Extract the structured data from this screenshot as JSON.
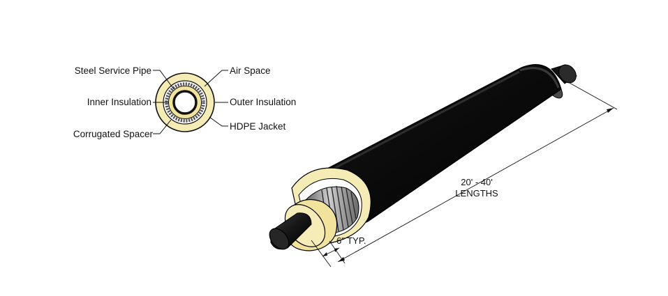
{
  "cross_section": {
    "labels": {
      "steel_service_pipe": "Steel Service Pipe",
      "inner_insulation": "Inner Insulation",
      "corrugated_spacer": "Corrugated Spacer",
      "air_space": "Air Space",
      "outer_insulation": "Outer Insulation",
      "hdpe_jacket": "HDPE Jacket"
    }
  },
  "pipe_assembly": {
    "length_line_1": "20' - 40'",
    "length_line_2": "LENGTHS",
    "exposed_end": "6\" TYP."
  },
  "colors": {
    "insulation": "#f4e9b0",
    "jacket": "#0c0c0c",
    "steel": "#1a1a1a",
    "spacer": "#8c8c8c"
  }
}
